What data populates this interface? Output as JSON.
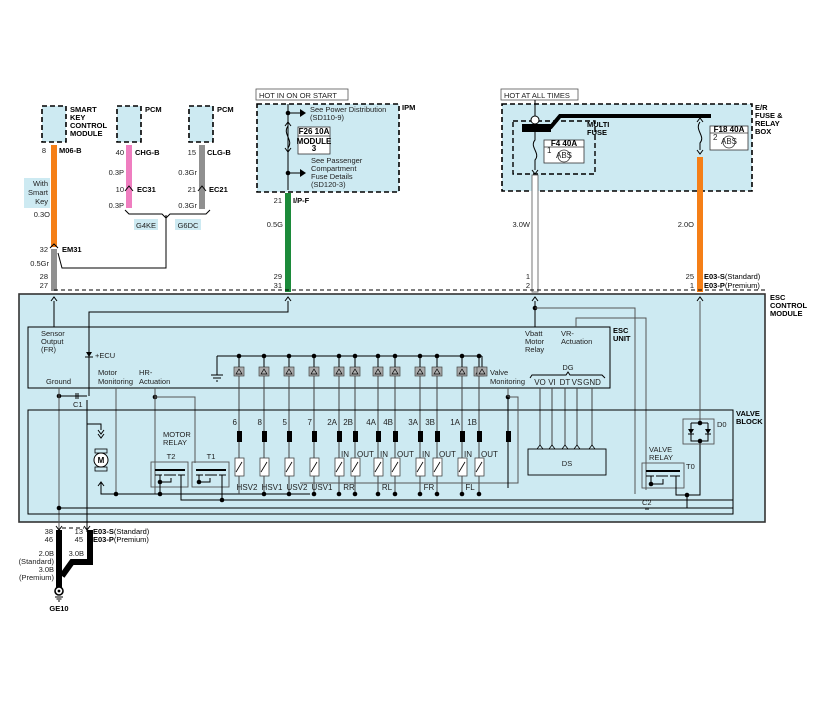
{
  "diagram": {
    "title": "ESC Control Module wiring schematic",
    "colors": {
      "module_fill": "#cdeaf2",
      "wire_orange": "#f57f17",
      "wire_pink": "#ef7ec0",
      "wire_gray": "#909090",
      "wire_green": "#1c8a3a",
      "wire_white": "#ffffff",
      "wire_black": "#000000"
    },
    "supply_labels": {
      "hot_in_on_or_start": "HOT IN ON OR START",
      "hot_at_all_times": "HOT AT ALL TIMES"
    },
    "top_components": {
      "smart_key": {
        "name_lines": [
          "SMART",
          "KEY",
          "CONTROL",
          "MODULE"
        ],
        "pin": "8",
        "connector": "M06-B"
      },
      "pcm_g4ke": {
        "name": "PCM",
        "pin": "40",
        "connector": "CHG-B",
        "wire1": "0.3P",
        "inline_pin": "10",
        "inline_connector": "EC31",
        "wire2": "0.3P",
        "variant": "G4KE"
      },
      "pcm_g6dc": {
        "name": "PCM",
        "pin": "15",
        "connector": "CLG-B",
        "wire1": "0.3Gr",
        "inline_pin": "21",
        "inline_connector": "EC21",
        "wire2": "0.3Gr",
        "variant": "G6DC"
      },
      "smart_key_note_lines": [
        "With",
        "Smart",
        "Key"
      ],
      "smart_key_wire": "0.3O",
      "em31": {
        "pin": "32",
        "connector": "EM31",
        "wire": "0.5Gr",
        "esc_pins": [
          "28",
          "27"
        ]
      },
      "ipm": {
        "name": "IPM",
        "note1_lines": [
          "See Power Distribution",
          "(SD110-9)"
        ],
        "fuse_lines": [
          "F26 10A",
          "MODULE",
          "3"
        ],
        "note2_lines": [
          "See Passenger",
          "Compartment",
          "Fuse Details",
          "(SD120-3)"
        ],
        "pin": "21",
        "connector": "I/P-F",
        "wire": "0.5G",
        "esc_pins": [
          "29",
          "31"
        ]
      },
      "er_box": {
        "name_lines": [
          "E/R",
          "FUSE &",
          "RELAY",
          "BOX"
        ],
        "multi_fuse_lines": [
          "MULTI",
          "FUSE"
        ],
        "fuse_f4": "F4 40A",
        "fuse_f4_num": "1",
        "fuse_f18": "F18 40A",
        "fuse_f18_num": "2",
        "abs_label": "ABS",
        "wire_w": "3.0W",
        "wire_o": "2.0O",
        "pins_w": [
          "1",
          "2"
        ],
        "pins_o": [
          "25",
          "1"
        ],
        "conn_s": "E03-S",
        "conn_s_note": "(Standard)",
        "conn_p": "E03-P",
        "conn_p_note": "(Premium)"
      }
    },
    "esc_module": {
      "name_lines": [
        "ESC",
        "CONTROL",
        "MODULE"
      ],
      "unit_name_lines": [
        "ESC",
        "UNIT"
      ],
      "sensor_output_lines": [
        "Sensor",
        "Output",
        "(FR)"
      ],
      "ecu_label": "+ECU",
      "ground_label": "Ground",
      "motor_monitoring_lines": [
        "Motor",
        "Monitoring"
      ],
      "hr_actuation_lines": [
        "HR-",
        "Actuation"
      ],
      "valve_monitoring_lines": [
        "Valve",
        "Monitoring"
      ],
      "vbatt_lines": [
        "Vbatt",
        "Motor",
        "Relay"
      ],
      "vr_actuation_lines": [
        "VR-",
        "Actuation"
      ],
      "dg_label": "DG",
      "dg_pins": [
        "VO",
        "VI",
        "DT",
        "VS",
        "GND"
      ],
      "c1_label": "C1",
      "c2_label": "C2"
    },
    "valve_block": {
      "name_lines": [
        "VALVE",
        "BLOCK"
      ],
      "motor_relay_lines": [
        "MOTOR",
        "RELAY"
      ],
      "motor_label": "M",
      "t2": "T2",
      "t1": "T1",
      "t0": "T0",
      "d0": "D0",
      "valve_relay_lines": [
        "VALVE",
        "RELAY"
      ],
      "ds_label": "DS",
      "valve_pins": [
        "6",
        "8",
        "5",
        "7",
        "2A",
        "2B",
        "4A",
        "4B",
        "3A",
        "3B",
        "1A",
        "1B"
      ],
      "in_out": [
        "IN",
        "OUT",
        "IN",
        "OUT",
        "IN",
        "OUT",
        "IN",
        "OUT"
      ],
      "valve_names": [
        "HSV2",
        "HSV1",
        "USV2",
        "USV1",
        "RR",
        "RL",
        "FR",
        "FL"
      ]
    },
    "ground": {
      "pins_left": [
        "38",
        "46"
      ],
      "pins_right": [
        "13",
        "45"
      ],
      "conn_s": "E03-S",
      "conn_s_note": "(Standard)",
      "conn_p": "E03-P",
      "conn_p_note": "(Premium)",
      "wire_left_lines": [
        "2.0B",
        "(Standard)",
        "3.0B",
        "(Premium)"
      ],
      "wire_right": "3.0B",
      "ground_point": "GE10"
    }
  }
}
